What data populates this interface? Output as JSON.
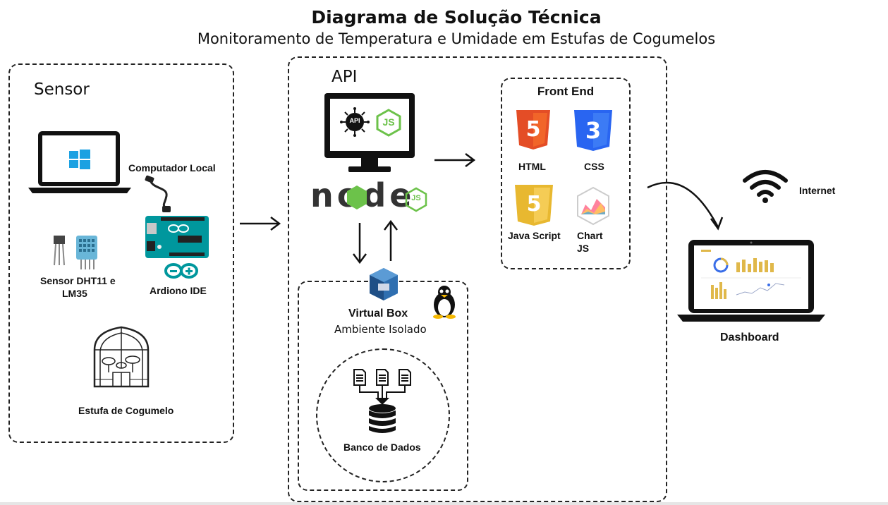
{
  "header": {
    "title": "Diagrama de Solução Técnica",
    "subtitle": "Monitoramento de Temperatura e Umidade em Estufas de Cogumelos"
  },
  "sensor_section": {
    "heading": "Sensor",
    "computer_label": "Computador Local",
    "sensor_label_line1": "Sensor DHT11 e",
    "sensor_label_line2": "LM35",
    "arduino_label": "Ardiono IDE",
    "greenhouse_label": "Estufa de Cogumelo"
  },
  "api_section": {
    "heading": "API",
    "monitor_badge": "API",
    "node_logo": "node",
    "js_badge": "JS",
    "virtualbox_title": "Virtual Box",
    "virtualbox_subtitle": "Ambiente Isolado",
    "database_label": "Banco de Dados"
  },
  "frontend_section": {
    "heading": "Front End",
    "html_label": "HTML",
    "css_label": "CSS",
    "js_label": "Java Script",
    "chart_label_line1": "Chart",
    "chart_label_line2": "JS",
    "html_badge": "5",
    "css_badge": "3",
    "js_badge": "5"
  },
  "output_section": {
    "internet_label": "Internet",
    "dashboard_label": "Dashboard"
  },
  "colors": {
    "html_orange": "#e44d26",
    "css_blue": "#2965f1",
    "js_yellow": "#f0c040",
    "node_green": "#6cc24a",
    "node_dark": "#333333",
    "arduino_teal": "#00979d",
    "windows_blue": "#1ba1e2",
    "dashboard_gold": "#e0b84a",
    "dashboard_blue": "#3a6ee8"
  }
}
